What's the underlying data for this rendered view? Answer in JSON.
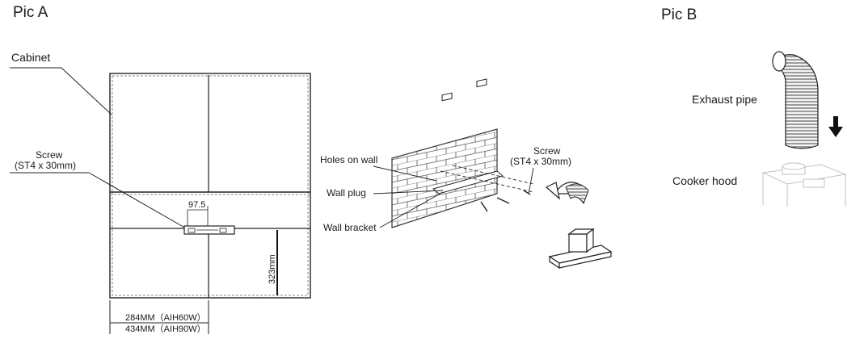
{
  "pic_a": {
    "title": "Pic A",
    "cabinet_label": "Cabinet",
    "screw_label_line1": "Screw",
    "screw_label_line2": "(ST4 x 30mm)",
    "dim_97_5": "97.5",
    "dim_323": "323mm",
    "width_line1": "284MM（AIH60W）",
    "width_line2": "434MM（AIH90W）",
    "holes_on_wall": "Holes on wall",
    "wall_plug": "Wall plug",
    "wall_bracket": "Wall bracket",
    "screw2_line1": "Screw",
    "screw2_line2": "(ST4 x 30mm)"
  },
  "pic_b": {
    "title": "Pic B",
    "exhaust_pipe": "Exhaust pipe",
    "cooker_hood": "Cooker hood"
  },
  "icons": [
    "arrow-down-icon",
    "curved-arrow-icon"
  ]
}
